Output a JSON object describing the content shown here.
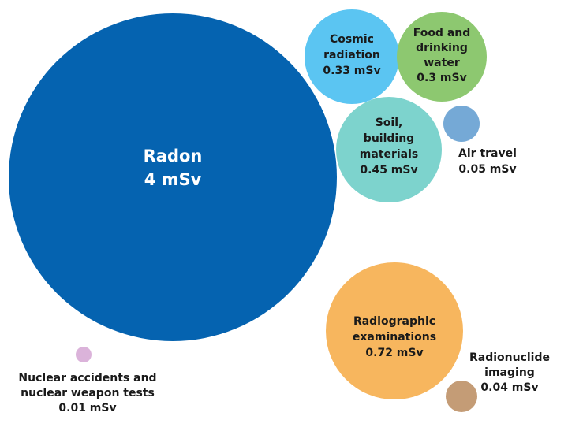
{
  "chart_data": {
    "type": "bubble",
    "title": "",
    "unit": "mSv",
    "items": [
      {
        "name": "Radon",
        "label_lines": [
          "Radon",
          "4 mSv"
        ],
        "value": 4,
        "color": "#0563b0",
        "text_color": "#ffffff"
      },
      {
        "name": "Cosmic radiation",
        "label_lines": [
          "Cosmic",
          "radiation",
          "0.33 mSv"
        ],
        "value": 0.33,
        "color": "#5bc5f2",
        "text_color": "#1a1a1a"
      },
      {
        "name": "Food and drinking water",
        "label_lines": [
          "Food and",
          "drinking",
          "water",
          "0.3 mSv"
        ],
        "value": 0.3,
        "color": "#8dc870",
        "text_color": "#1a1a1a"
      },
      {
        "name": "Soil, building materials",
        "label_lines": [
          "Soil,",
          "building",
          "materials",
          "0.45 mSv"
        ],
        "value": 0.45,
        "color": "#7dd3cd",
        "text_color": "#1a1a1a"
      },
      {
        "name": "Air travel",
        "label_lines": [
          "Air travel",
          "0.05 mSv"
        ],
        "value": 0.05,
        "color": "#75a9d6",
        "text_color": "#1a1a1a"
      },
      {
        "name": "Radiographic examinations",
        "label_lines": [
          "Radiographic",
          "examinations",
          "0.72 mSv"
        ],
        "value": 0.72,
        "color": "#f7b65e",
        "text_color": "#1a1a1a"
      },
      {
        "name": "Radionuclide imaging",
        "label_lines": [
          "Radionuclide",
          "imaging",
          "0.04 mSv"
        ],
        "value": 0.04,
        "color": "#c49c76",
        "text_color": "#1a1a1a"
      },
      {
        "name": "Nuclear accidents and nuclear weapon tests",
        "label_lines": [
          "Nuclear accidents and",
          "nuclear weapon tests",
          "0.01 mSv"
        ],
        "value": 0.01,
        "color": "#dbb3da",
        "text_color": "#1a1a1a"
      }
    ]
  }
}
